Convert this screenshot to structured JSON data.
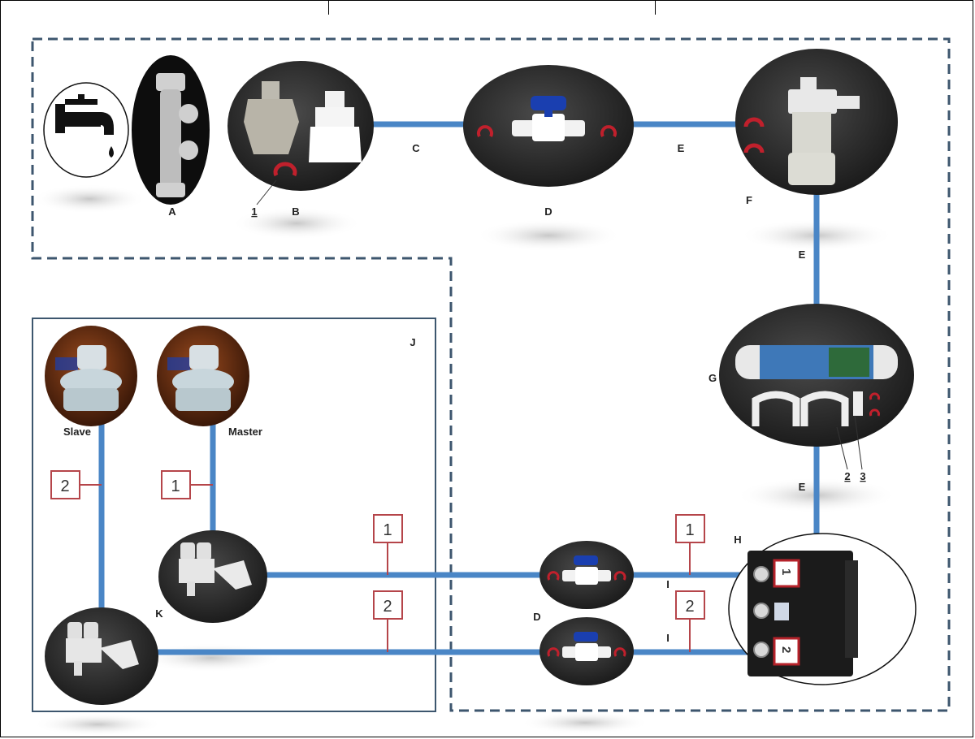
{
  "labels": {
    "A": "A",
    "B": "B",
    "C": "C",
    "D_top": "D",
    "E_top": "E",
    "F": "F",
    "E_right1": "E",
    "G": "G",
    "E_right2": "E",
    "H": "H",
    "I_top": "I",
    "I_bottom": "I",
    "D_bottom": "D",
    "J": "J",
    "K": "K",
    "sub_1": "1",
    "sub_2": "2",
    "sub_3": "3"
  },
  "captions": {
    "slave": "Slave",
    "master": "Master"
  },
  "callouts": {
    "slave_line": "2",
    "master_line": "1",
    "pipe1_left": "1",
    "pipe2_left": "2",
    "pipe1_right": "1",
    "pipe2_right": "2"
  },
  "manifold_ports": {
    "port1": "1",
    "port2": "2"
  },
  "colors": {
    "pipe": "#4a86c6",
    "dash": "#3d566e",
    "callout": "#b5454a",
    "clip": "#c0202c",
    "valve": "#1a3fb0"
  }
}
